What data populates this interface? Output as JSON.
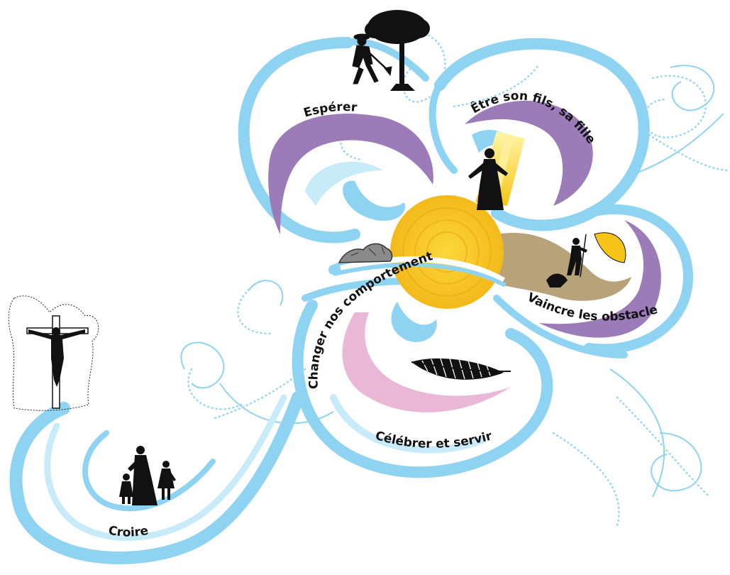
{
  "labels": {
    "esperer": "Espérer",
    "etre_fils": "Être son fils, sa fille",
    "vaincre": "Vaincre les obstacles",
    "changer": "Changer nos comportements",
    "celebrer": "Célébrer et servir",
    "croire": "Croire"
  },
  "colors": {
    "swirl_blue": "#8fd3f2",
    "swirl_light": "#c8ebf9",
    "purple": "#9b7bb8",
    "pink": "#e9b8d6",
    "sun": "#f6c518",
    "sun_ring": "#e9a619",
    "hill": "#b8a27a",
    "silhouette": "#111111"
  },
  "icons": [
    "farmer-silhouette-icon",
    "tree-icon",
    "risen-christ-silhouette-icon",
    "hiker-silhouette-icon",
    "rocks-icon",
    "palm-leaf-icon",
    "crucifix-icon",
    "priest-with-children-icon",
    "sun-icon"
  ]
}
